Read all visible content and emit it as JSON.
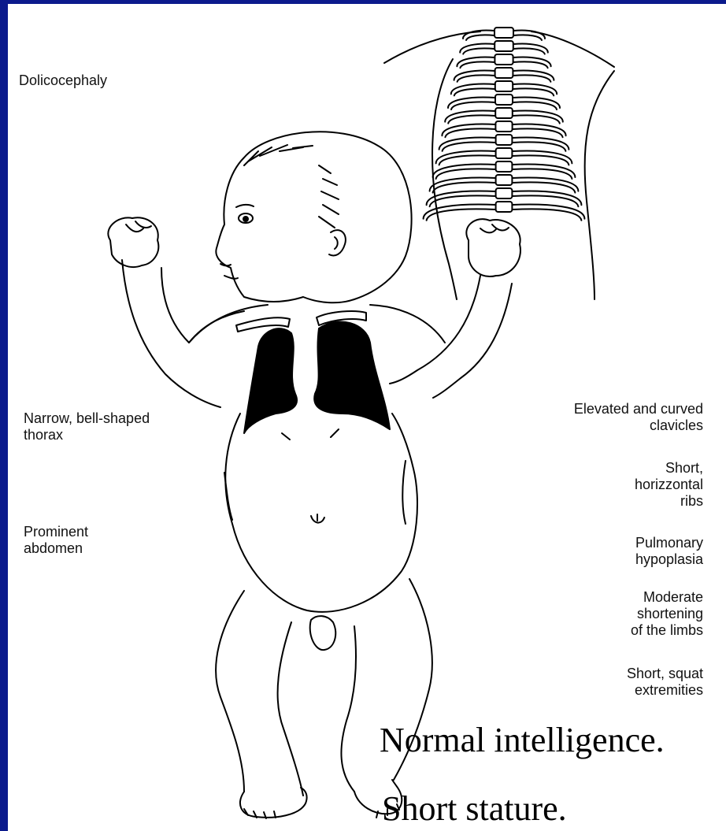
{
  "labels": {
    "left": {
      "dolicocephaly": "Dolicocephaly",
      "thorax": "Narrow, bell-shaped\nthorax",
      "abdomen": "Prominent\nabdomen"
    },
    "right": {
      "clavicles": "Elevated and curved\nclavicles",
      "ribs": "Short,\nhorizzontal\nribs",
      "pulmonary": "Pulmonary\nhypoplasia",
      "limbs": "Moderate\nshortening\nof the limbs",
      "extremities": "Short, squat\nextremities"
    }
  },
  "notes": {
    "intelligence": "Normal intelligence.",
    "stature": "Short stature."
  },
  "colors": {
    "background": "#0b1a8c",
    "panel": "#ffffff",
    "line": "#000000"
  }
}
